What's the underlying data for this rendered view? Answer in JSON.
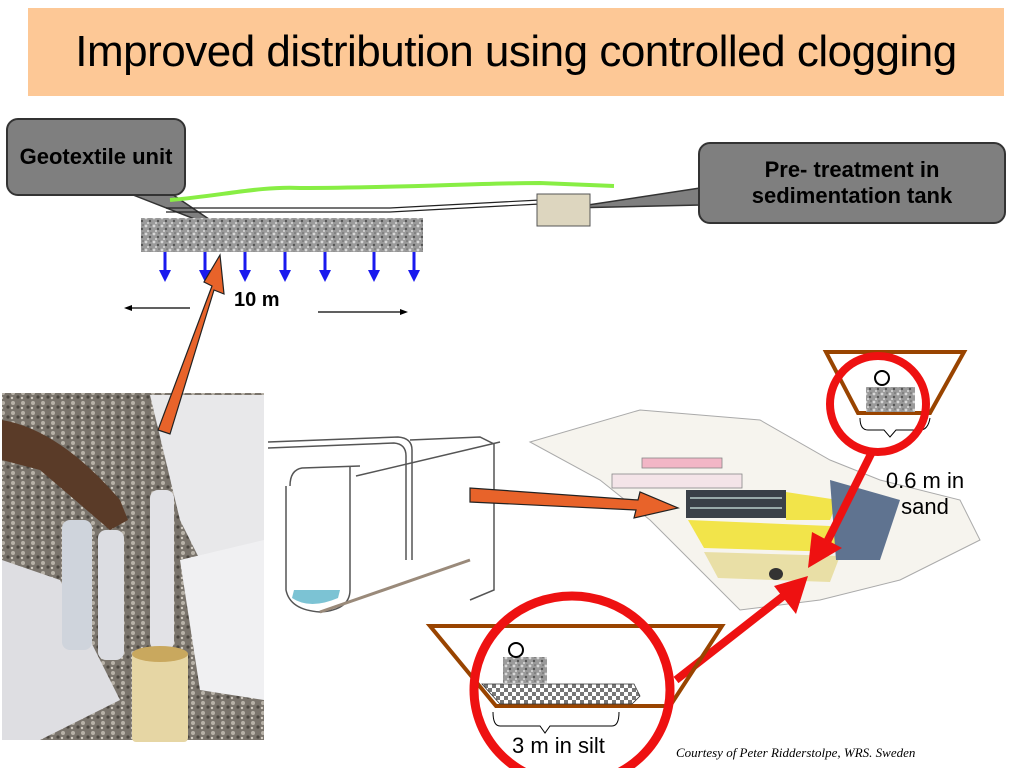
{
  "slide": {
    "title": "Improved distribution using controlled clogging",
    "callouts": {
      "geotextile": "Geotextile unit",
      "pretreatment": "Pre- treatment in sedimentation tank"
    },
    "labels": {
      "length": "10 m",
      "sand": "0.6 m in sand",
      "silt": "3 m in silt"
    },
    "credit": "Courtesy of Peter Ridderstolpe, WRS. Sweden",
    "colors": {
      "title_background": "#fdc896",
      "callout_fill": "#7f7f7f",
      "highlight_circle": "#ee1111",
      "pointer_arrow": "#e8632a",
      "trench_outline": "#994400",
      "flow_arrows": "#1a1aee",
      "vegetation_line": "#88ee44",
      "tank_fill": "#ddd6bf"
    },
    "illustrations": [
      "photo of geotextile installation with gravel and pipes",
      "sketch of geotextile trench",
      "sketch of soil layer cross-section"
    ]
  }
}
